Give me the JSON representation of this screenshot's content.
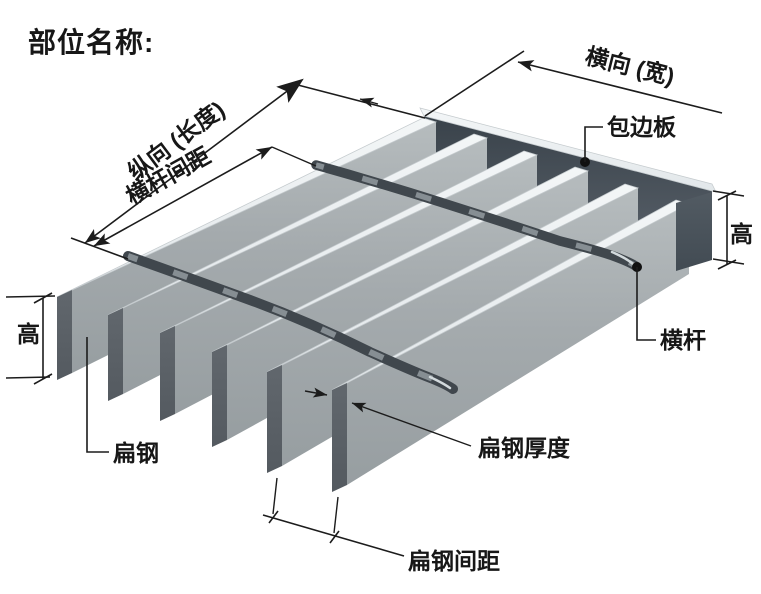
{
  "title": "部位名称:",
  "labels": {
    "longitudinal_length": "纵向 (长度)",
    "crossbar_spacing": "横杆间距",
    "transverse_width": "横向 (宽)",
    "edge_plate": "包边板",
    "height_right": "高",
    "height_left": "高",
    "crossbar": "横杆",
    "flat_bar": "扁钢",
    "flat_bar_thickness": "扁钢厚度",
    "flat_bar_spacing": "扁钢间距"
  },
  "diagram": {
    "type": "steel-grating-parts-isometric",
    "flat_bar_count": 6,
    "crossbar_count": 2,
    "colors": {
      "background": "#ffffff",
      "bar_top": "#edf1f3",
      "bar_side": "#a6acaf",
      "bar_end": "#5b6167",
      "shadow_gap": "#3c454d",
      "crossbar": "#40474d",
      "line": "#1c1c1c"
    }
  }
}
